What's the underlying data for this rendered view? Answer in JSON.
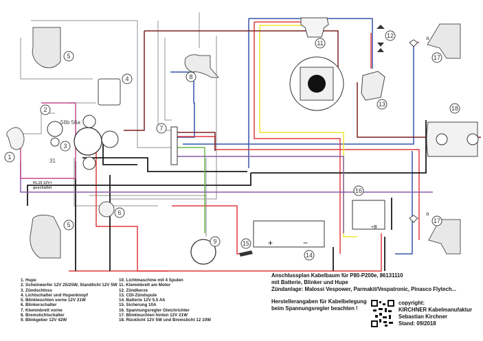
{
  "components": [
    {
      "id": "1",
      "label": "1"
    },
    {
      "id": "2",
      "label": "2"
    },
    {
      "id": "3",
      "label": "3"
    },
    {
      "id": "4",
      "label": "4"
    },
    {
      "id": "5a",
      "label": "5"
    },
    {
      "id": "5b",
      "label": "5"
    },
    {
      "id": "6",
      "label": "6"
    },
    {
      "id": "7",
      "label": "7"
    },
    {
      "id": "8",
      "label": "8"
    },
    {
      "id": "9",
      "label": "9"
    },
    {
      "id": "11",
      "label": "11"
    },
    {
      "id": "12",
      "label": "12"
    },
    {
      "id": "13",
      "label": "13"
    },
    {
      "id": "14",
      "label": "14"
    },
    {
      "id": "15",
      "label": "15"
    },
    {
      "id": "16",
      "label": "16"
    },
    {
      "id": "17a",
      "label": "17"
    },
    {
      "id": "17b",
      "label": "17"
    },
    {
      "id": "18",
      "label": "18"
    }
  ],
  "annotations": {
    "switch_terminals": "56b 56a",
    "kl15_line1": "KL15 12V+",
    "kl15_line2": "geschaltet",
    "lamp_a_top": "a",
    "lamp_a_bottom": "a",
    "regulator_b": "+B",
    "battery_plus": "+",
    "battery_minus": "−",
    "ignition_31": "31"
  },
  "legend": {
    "left": [
      "1. Hupe",
      "2. Scheinwerfer 12V 25/25W, Standlicht 12V 5W",
      "3. Zündschloss",
      "4. Lichtschalter und Hupenknopf",
      "5. Blinkleuchten vorne 12V 21W",
      "6. Blinkerschalter",
      "7. Klemmbrett vorne",
      "8. Bremslichtschalter",
      "9. Blinkgeber 12V 42W"
    ],
    "right": [
      "10. Lichtmaschine mit 4 Spulen",
      "11. Klemmbrett am Motor",
      "12. Zündkerze",
      "13. CDI-Zündspule",
      "14. Batterie 12V 5.5 Ah",
      "15. Sicherung 10A",
      "16. Spannungsregler Gleichrichter",
      "17. Blinkleuchten hinten 12V 21W",
      "18. Rücklicht 12V 5W und Bremslicht 12 10W"
    ]
  },
  "title": {
    "line1": "Anschlussplan Kabelbaum für P80-P200e,    86131110",
    "line2": "mit Batterie, Blinker und Hupe",
    "line3": "Zündanlage: Malossi Vespower, Parmakit/Vespatronic, Pinasco Flytech..."
  },
  "note": {
    "line1": "Herstellerangaben für Kabelbelegung",
    "line2": "beim Spannungsregler beachten !"
  },
  "copyright": {
    "line1": "copyright:",
    "line2": "KIRCHNER Kabelmanufaktur",
    "line3": "Sebastian Kirchner",
    "line4": "Stand: 09/2018"
  },
  "wire_colors": {
    "red": "#e0393b",
    "blue": "#3553a8",
    "yellow": "#f2e531",
    "brown": "#7a1f1f",
    "black": "#1a1a1a",
    "grey": "#b5b5b5",
    "green": "#6bb84a",
    "violet": "#8a5aa8",
    "pink": "#c24b8a"
  }
}
